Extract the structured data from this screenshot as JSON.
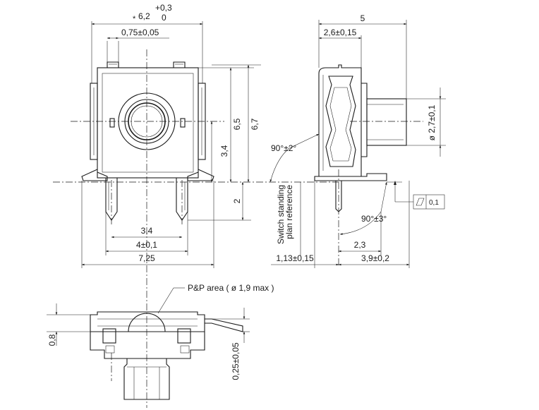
{
  "top_view": {
    "width_main": "6,2",
    "width_tol_upper": "+0,3",
    "width_tol_lower": "0",
    "width_star": "*",
    "tab_width": "0,75±0,05",
    "dim_6_5": "6,5",
    "dim_6_7": "6,7",
    "dim_3_4_v": "3,4",
    "dim_2": "2",
    "dim_3_4_h": "3,4",
    "dim_4": "4±0,1",
    "dim_7_25": "7,25",
    "angle_90_2": "90°±2°"
  },
  "side_view": {
    "dim_5": "5",
    "dim_2_6": "2,6±0,15",
    "dim_dia_2_7": "ø 2,7±0,1",
    "flatness_value": "0,1",
    "angle_90_3": "90°±3°",
    "dim_2_3": "2,3",
    "dim_1_13": "1,13±0,15",
    "dim_3_9": "3,9±0,2",
    "ref_line_1": "Switch standing",
    "ref_line_2": "plan reference"
  },
  "bottom_view": {
    "pp_area": "P&P area ( ø 1,9 max )",
    "dim_0_8": "0,8",
    "dim_0_25": "0,25±0,05"
  }
}
